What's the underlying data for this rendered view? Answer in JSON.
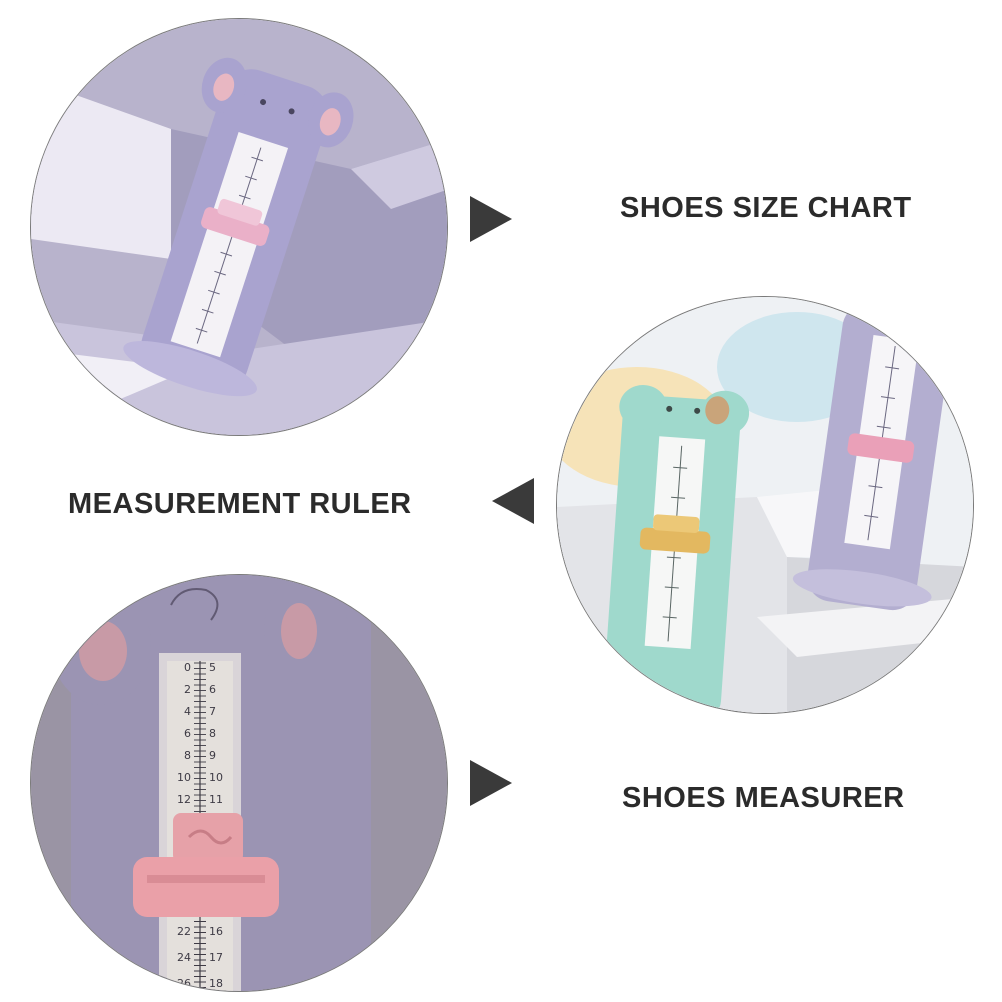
{
  "labels": {
    "top": "SHOES SIZE CHART",
    "middle": "MEASUREMENT RULER",
    "bottom": "SHOES MEASURER"
  },
  "ruler_scale": {
    "left_numbers": [
      "0",
      "2",
      "4",
      "6",
      "8",
      "10",
      "12",
      "22",
      "24",
      "26"
    ],
    "right_numbers": [
      "5",
      "6",
      "7",
      "8",
      "9",
      "10",
      "11",
      "16",
      "17",
      "18"
    ]
  },
  "colors": {
    "arrow": "#3a3a3a",
    "lavender_ruler": "#b3aed0",
    "mint_ruler": "#9fd9cc",
    "pink_slider": "#eaa0a8",
    "mustard_slider": "#e3b860"
  }
}
